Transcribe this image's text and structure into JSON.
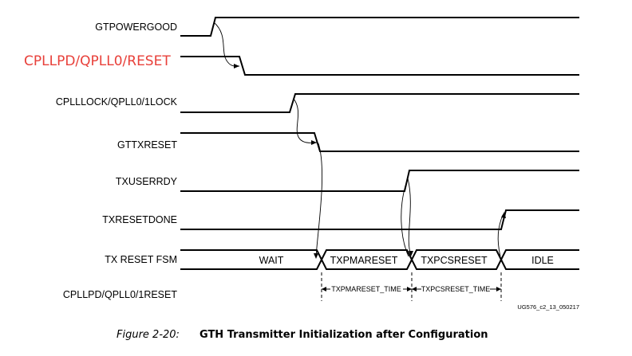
{
  "signals": {
    "gtpowergood": "GTPOWERGOOD",
    "cpllpd_reset": "CPLLPD/QPLL0/RESET",
    "cplllock": "CPLLLOCK/QPLL0/1LOCK",
    "gttxreset": "GTTXRESET",
    "txuserrdy": "TXUSERRDY",
    "txresetdone": "TXRESETDONE",
    "tx_reset_fsm": "TX RESET FSM",
    "cpllpd_1reset": "CPLLPD/QPLL0/1RESET"
  },
  "fsm_states": {
    "wait": "WAIT",
    "txpmareset": "TXPMARESET",
    "txpcsreset": "TXPCSRESET",
    "idle": "IDLE"
  },
  "timing": {
    "txpmareset_time": "TXPMARESET_TIME",
    "txpcsreset_time": "TXPCSRESET_TIME"
  },
  "figure_id": "UG576_c2_13_050217",
  "caption": {
    "number": "Figure 2-20:",
    "title": "GTH Transmitter Initialization after Configuration"
  },
  "colors": {
    "highlight": "#e8403a",
    "line": "#000000"
  }
}
